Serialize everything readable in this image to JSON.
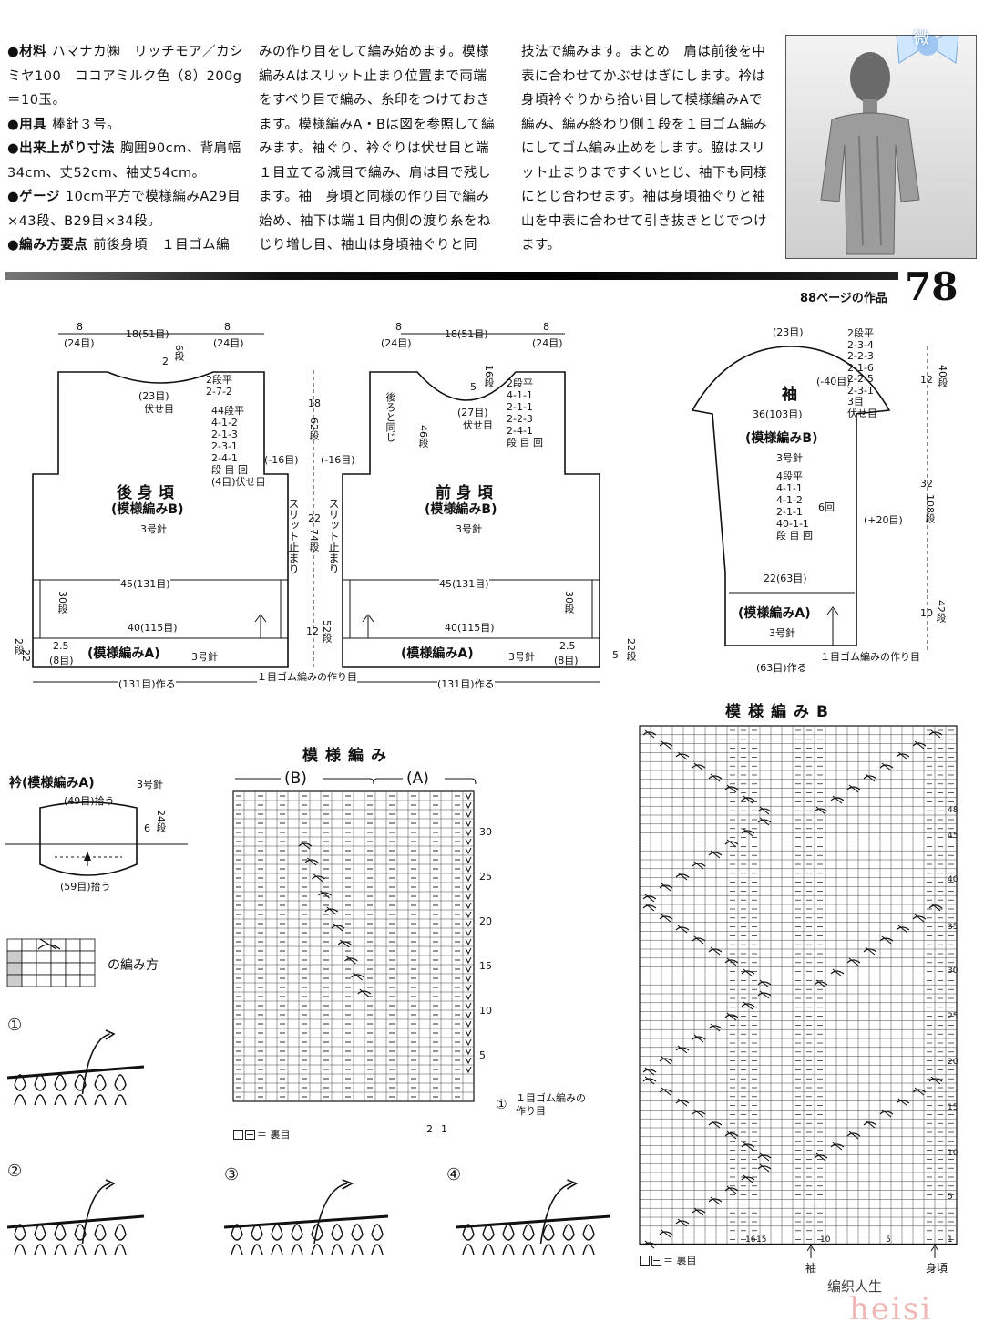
{
  "header": {
    "col1": [
      {
        "k": "●材料",
        "v": "ハマナカ㈱　リッチモア／カシミヤ100　ココアミルク色（8）200g＝10玉。"
      },
      {
        "k": "●用具",
        "v": "棒針３号。"
      },
      {
        "k": "●出来上がり寸法",
        "v": "胸囲90cm、背肩幅34cm、丈52cm、袖丈54cm。"
      },
      {
        "k": "●ゲージ",
        "v": "10cm平方で模様編みA29目×43段、B29目×34段。"
      },
      {
        "k": "●編み方要点",
        "v": "前後身頃　１目ゴム編"
      }
    ],
    "col2": "みの作り目をして編み始めます。模様編みAはスリット止まり位置まで両端をすべり目で編み、糸印をつけておきます。模様編みA・Bは図を参照して編みます。袖ぐり、衿ぐりは伏せ目と端１目立てる減目で編み、肩は目で残します。袖　身頃と同様の作り目で編み始め、袖下は端１目内側の渡り糸をねじり増し目、袖山は身頃袖ぐりと同",
    "col3": "技法で編みます。まとめ　肩は前後を中表に合わせてかぶせはぎにします。衿は身頃衿ぐりから拾い目して模様編みAで編み、編み終わり側１段を１目ゴム編みにしてゴム編み止めをします。脇はスリット止まりまですくいとじ、袖下も同様にとじ合わせます。袖は身頃袖ぐりと袖山を中表に合わせて引き抜きとじでつけます。"
  },
  "badge": "微",
  "page_number": "78",
  "page_ref": "88ページの作品",
  "back": {
    "title": "後身頃",
    "pattern": "(模様編みB)",
    "needle": "3号針",
    "top_dims": [
      "8",
      "18(51目)",
      "8"
    ],
    "top_sts": [
      "(24目)",
      "(24目)"
    ],
    "neck_depth": "2",
    "neck_rows": "6段",
    "neck_bind": "(23目)",
    "neck_bind_lbl": "伏せ目",
    "neck_dec": [
      "2段平",
      "2-7-2"
    ],
    "arm_dec": [
      "44段平",
      "4-1-2",
      "2-1-3",
      "2-3-1",
      "2-4-1",
      "段 目 回",
      "(4目)伏せ目"
    ],
    "arm_count": "(-16目)",
    "w45": "45(131目)",
    "w40": "40(115目)",
    "rib": "(模様編みA)",
    "rib_needle": "3号針",
    "slit_w": "2.5",
    "slit_sts": "(8目)",
    "slit_rows": "30段",
    "hem_rows": "2段",
    "hem_h": "22",
    "cast": "(131目)作る"
  },
  "center": {
    "h18": "18",
    "h18r": "62段",
    "h22": "22",
    "h22r": "74段",
    "h12": "12",
    "h12r": "52段",
    "slit": "スリット止まり",
    "cast_label": "１目ゴム編みの作り目"
  },
  "front": {
    "title": "前身頃",
    "pattern": "(模様編みB)",
    "needle": "3号針",
    "top_dims": [
      "8",
      "18(51目)",
      "8"
    ],
    "top_sts": [
      "(24目)",
      "(24目)"
    ],
    "neck_depth": "5",
    "neck_rows": "16段",
    "neck_bind": "(27目)",
    "neck_bind_lbl": "伏せ目",
    "neck_dec": [
      "2段平",
      "4-1-1",
      "2-1-1",
      "2-2-3",
      "2-4-1",
      "段 目 回"
    ],
    "same_as_back": "後ろと同じ",
    "neck_rows2": "46段",
    "arm_count": "(-16目)",
    "w45": "45(131目)",
    "w40": "40(115目)",
    "rib": "(模様編みA)",
    "rib_needle": "3号針",
    "slit_w": "2.5",
    "slit_sts": "(8目)",
    "slit_rows": "30段",
    "hem_rows": "22段",
    "hem_h": "5",
    "cast": "(131目)作る"
  },
  "sleeve": {
    "title": "袖",
    "pattern": "(模様編みB)",
    "needle": "3号針",
    "top_sts": "(23目)",
    "cap_dec": [
      "2段平",
      "2-3-4",
      "2-2-3",
      "2-1-6",
      "2-2-5",
      "2-3-1",
      "3目",
      "伏せ目"
    ],
    "cap_count": "(-40目)",
    "w36": "36(103目)",
    "cap_h": "12",
    "cap_r": "40段",
    "inc": [
      "4段平",
      "4-1-1",
      "4-1-2",
      "2-1-1",
      "40-1-1",
      "段 目 回"
    ],
    "inc_times": "6回",
    "inc_count": "(+20目)",
    "body_h": "32",
    "body_r": "108段",
    "w22": "22(63目)",
    "rib": "(模様編みA)",
    "rib_needle": "3号針",
    "rib_h": "10",
    "rib_r": "42段",
    "cast": "(63目)作る",
    "cast_label": "１目ゴム編みの作り目"
  },
  "collar": {
    "title": "衿(模様編みA)",
    "needle": "3号針",
    "top": "(49目)拾う",
    "bottom": "(59目)拾う",
    "h": "6",
    "r": "24段"
  },
  "howto": {
    "label": "の編み方",
    "steps": [
      "①",
      "②",
      "③",
      "④"
    ]
  },
  "chartA": {
    "title": "模様編み",
    "sub_b": "(B)",
    "sub_a": "(A)",
    "row_labels": [
      "30",
      "25",
      "20",
      "15",
      "10",
      "5"
    ],
    "col_labels": [
      "2",
      "1"
    ],
    "cast_label": "１目ゴム編みの作り目",
    "legend": "＝ 裏目"
  },
  "chartB": {
    "title": "模様編みB",
    "row_labels": [
      "48",
      "45",
      "40",
      "35",
      "30",
      "25",
      "20",
      "15",
      "10",
      "5"
    ],
    "col_labels": [
      "16",
      "15",
      "10",
      "5",
      "1"
    ],
    "sleeve_lbl": "袖",
    "body_lbl": "身頃",
    "legend": "＝ 裏目"
  },
  "watermark": "heisi",
  "credit": "编织人生"
}
